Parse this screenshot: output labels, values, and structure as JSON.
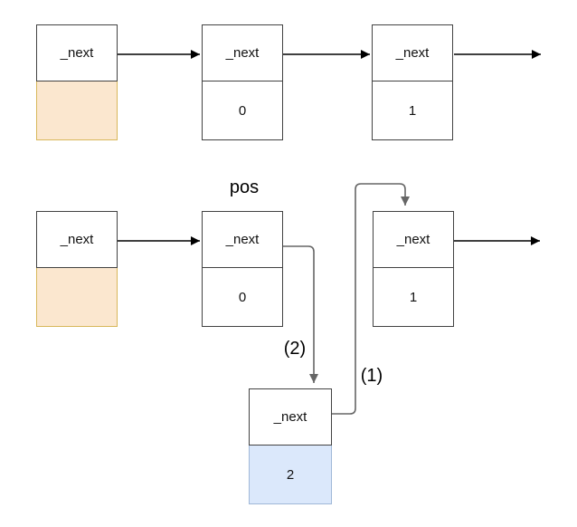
{
  "labels": {
    "pos": "pos",
    "step1": "(1)",
    "step2": "(2)"
  },
  "nodes": {
    "top_head": {
      "label": "_next",
      "value": ""
    },
    "top_n0": {
      "label": "_next",
      "value": "0"
    },
    "top_n1": {
      "label": "_next",
      "value": "1"
    },
    "bot_head": {
      "label": "_next",
      "value": ""
    },
    "bot_pos": {
      "label": "_next",
      "value": "0"
    },
    "bot_n1": {
      "label": "_next",
      "value": "1"
    },
    "new_node": {
      "label": "_next",
      "value": "2"
    }
  },
  "colors": {
    "background": "#ffffff",
    "box_border": "#424242",
    "text": "#111111",
    "head_cell_fill": "#fbe7cf",
    "head_cell_border": "#d8b75a",
    "new_cell_fill": "#dbe8fb",
    "new_cell_border": "#a0b8d8",
    "arrow": "#000000",
    "connector": "#666666"
  }
}
